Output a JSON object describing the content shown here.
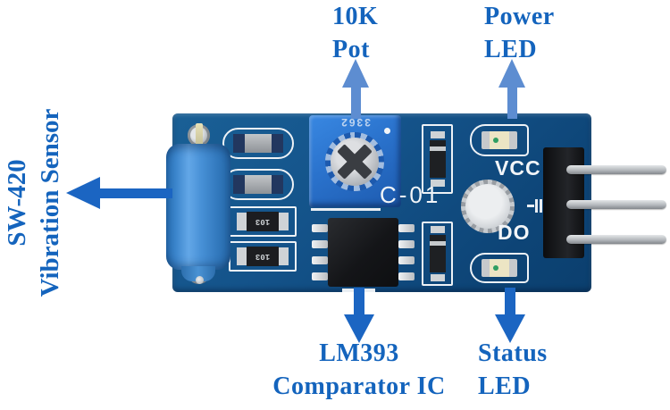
{
  "labels": {
    "pot": {
      "line1": "10K",
      "line2": "Pot"
    },
    "power_led": {
      "line1": "Power",
      "line2": "LED"
    },
    "sensor": {
      "line1": "SW-420",
      "line2": "Vibration Sensor"
    },
    "comparator": {
      "line1": "LM393",
      "line2": "Comparator IC"
    },
    "status_led": {
      "line1": "Status",
      "line2": "LED"
    }
  },
  "board": {
    "silkscreen": {
      "vcc": "VCC",
      "do": "DO",
      "board_id": "C-01"
    },
    "components": {
      "pot_marking": "3362",
      "resistor_marking": "103"
    }
  },
  "icons": {
    "up_arrows": "arrow-up-icon",
    "down_arrows": "arrow-down-icon",
    "left_arrow": "arrow-left-icon"
  },
  "colors": {
    "label_text": "#1464bd",
    "arrow_light": "#5d8dd1",
    "arrow_dark": "#1b65c2",
    "pcb_blue": "#11508a",
    "pot_blue": "#2a72cc",
    "sensor_blue": "#3e8ad2",
    "silkscreen_white": "#eef2f6",
    "ic_black": "#141518",
    "pin_silver": "#b4b8bc"
  }
}
